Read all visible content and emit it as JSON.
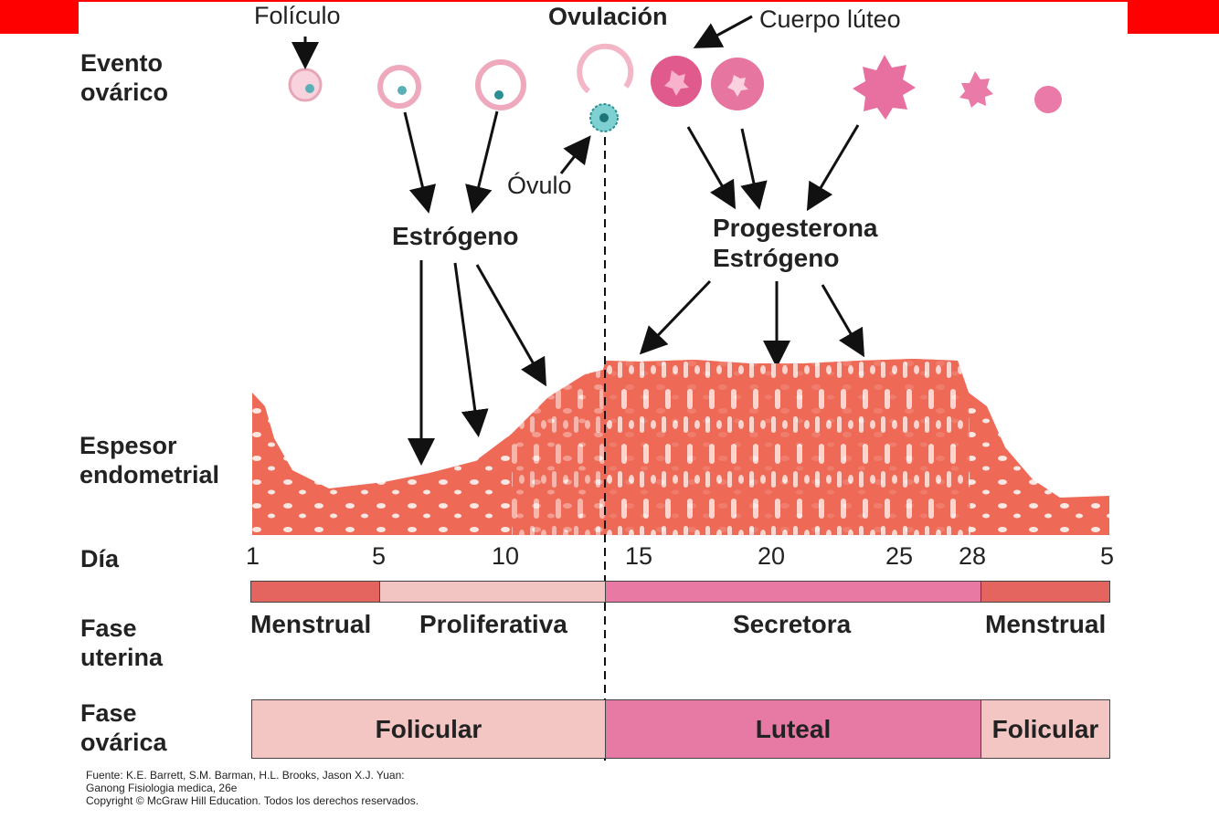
{
  "colors": {
    "accent_red": "#ff0000",
    "menstrual": "#e4655f",
    "proliferative": "#f2c4c2",
    "secretory": "#e879a3",
    "follicular_box": "#f3c6c4",
    "luteal_box": "#e77aa5",
    "endometrium": "#ee6a57"
  },
  "rows": {
    "ovarian_event": [
      "Evento",
      "ovárico"
    ],
    "endometrial": [
      "Espesor",
      "endometrial"
    ],
    "day": "Día",
    "uterine_phase": [
      "Fase",
      "uterina"
    ],
    "ovarian_phase": [
      "Fase",
      "ovárica"
    ]
  },
  "labels": {
    "follicle": "Folículo",
    "ovulation": "Ovulación",
    "corpus_luteum": "Cuerpo lúteo",
    "ovum": "Óvulo",
    "estrogen": "Estrógeno",
    "progesterone": "Progesterona",
    "estrogen2": "Estrógeno"
  },
  "days": [
    "1",
    "5",
    "10",
    "15",
    "20",
    "25",
    "28",
    "5"
  ],
  "uterine_phases": [
    "Menstrual",
    "Proliferativa",
    "Secretora",
    "Menstrual"
  ],
  "ovarian_phases": [
    "Folicular",
    "Luteal",
    "Folicular"
  ],
  "source": [
    "Fuente: K.E. Barrett, S.M. Barman, H.L. Brooks, Jason X.J. Yuan:",
    "Ganong Fisiologia medica, 26e",
    "Copyright © McGraw Hill Education. Todos los derechos reservados."
  ]
}
